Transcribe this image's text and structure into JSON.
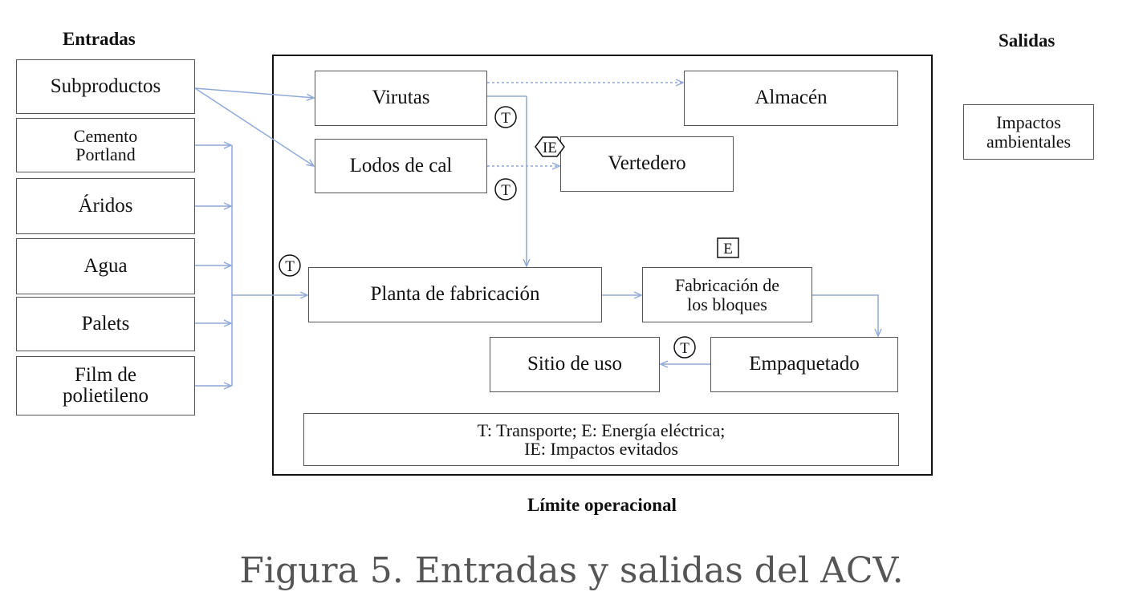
{
  "headers": {
    "inputs": "Entradas",
    "outputs": "Salidas",
    "boundary": "Límite operacional"
  },
  "inputs": [
    "Subproductos",
    "Cemento\nPortland",
    "Áridos",
    "Agua",
    "Palets",
    "Film de\npolietileno"
  ],
  "process": {
    "virutas": "Virutas",
    "almacen": "Almacén",
    "lodos": "Lodos de cal",
    "vertedero": "Vertedero",
    "planta": "Planta de fabricación",
    "fabricacion": "Fabricación de\nlos bloques",
    "empaquetado": "Empaquetado",
    "sitio": "Sitio de uso"
  },
  "outputs": {
    "impactos": "Impactos\nambientales"
  },
  "legend": "T: Transporte; E: Energía eléctrica;\nIE: Impactos evitados",
  "symbols": {
    "transport": "T",
    "energy": "E",
    "avoided": "IE"
  },
  "caption": "Figura 5. Entradas y salidas del ACV.",
  "colors": {
    "arrow": "#8fa9d9",
    "border": "#555555"
  }
}
